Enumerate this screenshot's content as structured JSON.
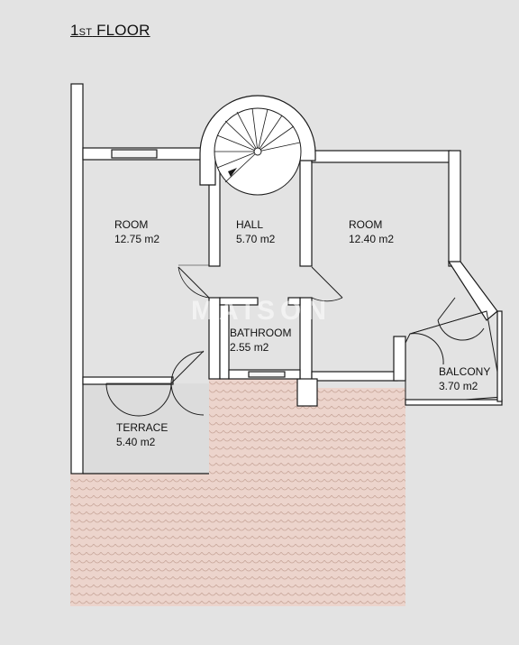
{
  "title": {
    "number": "1",
    "suffix": "ST",
    "text": "FLOOR"
  },
  "watermark": "MAISON",
  "colors": {
    "background": "#e3e3e3",
    "wall": "#ffffff",
    "wall_outline": "#1a1a1a",
    "roof_tiles": "#ecd4cc",
    "roof_lines": "#c9a89c"
  },
  "rooms": [
    {
      "name": "ROOM",
      "area": "12.75 m2"
    },
    {
      "name": "HALL",
      "area": "5.70 m2"
    },
    {
      "name": "ROOM",
      "area": "12.40 m2"
    },
    {
      "name": "BATHROOM",
      "area": "2.55 m2"
    },
    {
      "name": "BALCONY",
      "area": "3.70 m2"
    },
    {
      "name": "TERRACE",
      "area": "5.40 m2"
    }
  ]
}
